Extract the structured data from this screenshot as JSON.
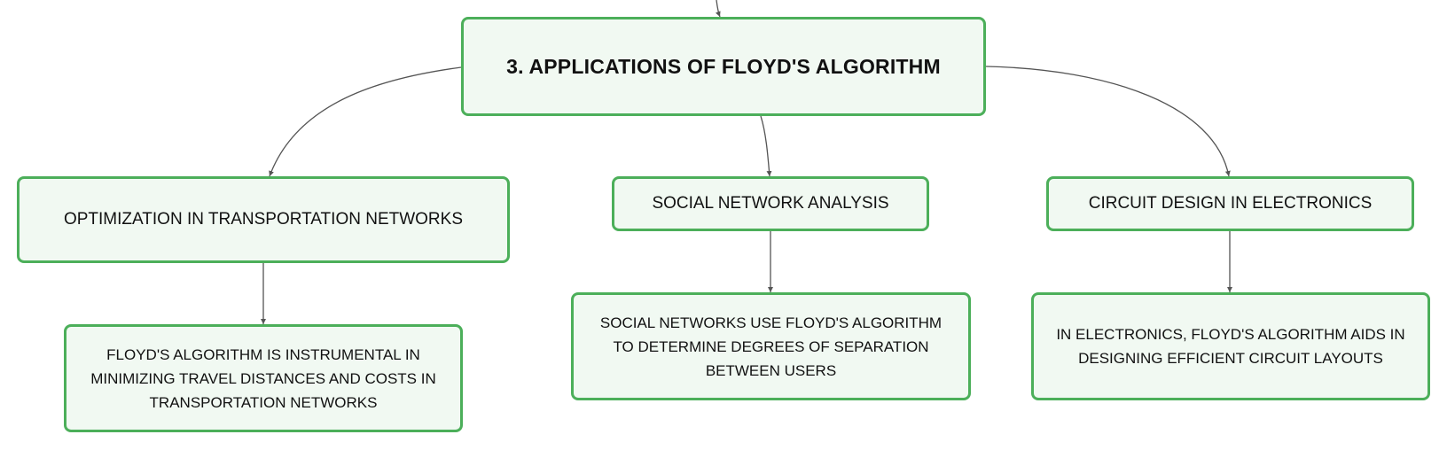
{
  "root": {
    "title": "3. APPLICATIONS OF FLOYD'S ALGORITHM"
  },
  "branches": [
    {
      "label": "OPTIMIZATION IN TRANSPORTATION NETWORKS",
      "detail": "FLOYD'S ALGORITHM IS INSTRUMENTAL IN MINIMIZING TRAVEL DISTANCES AND COSTS IN TRANSPORTATION NETWORKS"
    },
    {
      "label": "SOCIAL NETWORK ANALYSIS",
      "detail": "SOCIAL NETWORKS USE FLOYD'S ALGORITHM TO DETERMINE DEGREES OF SEPARATION BETWEEN USERS"
    },
    {
      "label": "CIRCUIT DESIGN IN ELECTRONICS",
      "detail": "IN ELECTRONICS, FLOYD'S ALGORITHM AIDS IN DESIGNING EFFICIENT CIRCUIT LAYOUTS"
    }
  ],
  "colors": {
    "node_border": "#4caf5a",
    "node_fill": "#f1f9f2",
    "connector": "#555555"
  }
}
